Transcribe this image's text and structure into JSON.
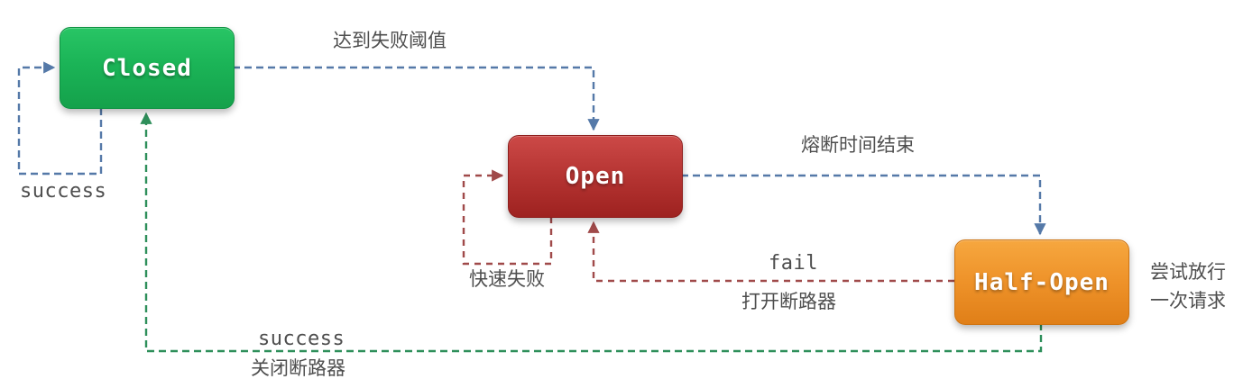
{
  "diagram": {
    "states": {
      "closed": {
        "label": "Closed",
        "fill_top": "#28c565",
        "fill_bottom": "#14a14b"
      },
      "open": {
        "label": "Open",
        "fill_top": "#cc4947",
        "fill_bottom": "#9e2220"
      },
      "half_open": {
        "label": "Half-Open",
        "fill_top": "#f6a73f",
        "fill_bottom": "#e07f18"
      }
    },
    "transitions": {
      "closed_self_success": {
        "label": "success",
        "color": "#5579a8"
      },
      "closed_to_open": {
        "label": "达到失败阈值",
        "color": "#5579a8"
      },
      "open_to_half_open": {
        "label": "熔断时间结束",
        "color": "#5579a8"
      },
      "open_self_fast_fail": {
        "label": "快速失败",
        "color": "#a04a4a"
      },
      "half_open_to_open": {
        "label": "fail",
        "sublabel": "打开断路器",
        "color": "#a04a4a"
      },
      "half_open_to_closed": {
        "label": "success",
        "sublabel": "关闭断路器",
        "color": "#2e8f5a"
      }
    },
    "annotations": {
      "half_open_note": {
        "line1": "尝试放行",
        "line2": "一次请求"
      }
    },
    "label_color": "#4e4e4e"
  }
}
